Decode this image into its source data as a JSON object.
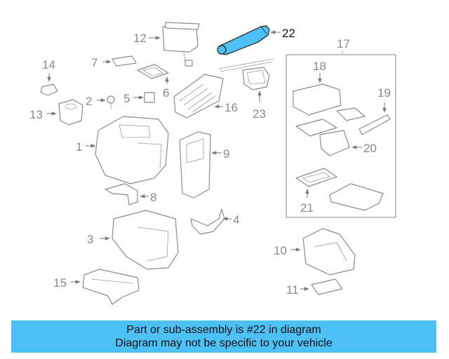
{
  "diagram": {
    "highlight_color": "#4dc1f5",
    "highlighted_part": "22",
    "labels": {
      "p1": "1",
      "p2": "2",
      "p3": "3",
      "p4": "4",
      "p5": "5",
      "p6": "6",
      "p7": "7",
      "p8": "8",
      "p9": "9",
      "p10": "10",
      "p11": "11",
      "p12": "12",
      "p13": "13",
      "p14": "14",
      "p15": "15",
      "p16": "16",
      "p17": "17",
      "p18": "18",
      "p19": "19",
      "p20": "20",
      "p21": "21",
      "p22": "22",
      "p23": "23"
    }
  },
  "banner": {
    "line1": "Part or sub-assembly is #22 in diagram",
    "line2": "Diagram may not be specific to your vehicle",
    "background": "#4dc1f5"
  }
}
